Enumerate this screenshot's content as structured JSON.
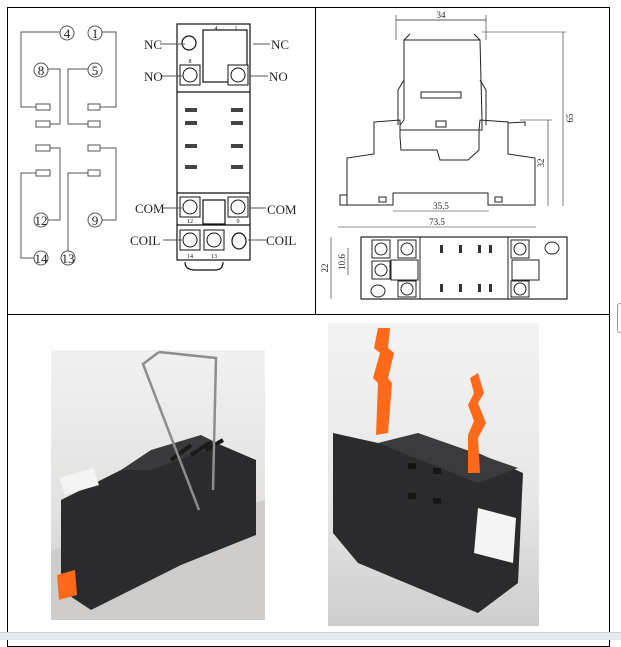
{
  "wiring_diagram": {
    "pin_labels": [
      "4",
      "1",
      "8",
      "5",
      "12",
      "9",
      "14",
      "13"
    ],
    "terminal_labels": {
      "nc_left": "NC",
      "nc_right": "NC",
      "no_left": "NO",
      "no_right": "NO",
      "com_left": "COM",
      "com_right": "COM",
      "coil_left": "COIL",
      "coil_right": "COIL"
    },
    "socket_numbers": [
      "4",
      "1",
      "8",
      "12",
      "9",
      "14",
      "13"
    ]
  },
  "dimension_drawing": {
    "width_top": "34",
    "height_total": "65",
    "height_base": "32",
    "rail_width": "35.5",
    "length_total": "73.5",
    "depth": "22",
    "pitch": "10.6"
  },
  "photos": {
    "left": "relay-socket-with-metal-clip",
    "right": "relay-socket-with-orange-clips"
  },
  "colors": {
    "clip_orange": "#ff6a1a",
    "socket_black": "#2b2b2d",
    "border": "#000000"
  }
}
